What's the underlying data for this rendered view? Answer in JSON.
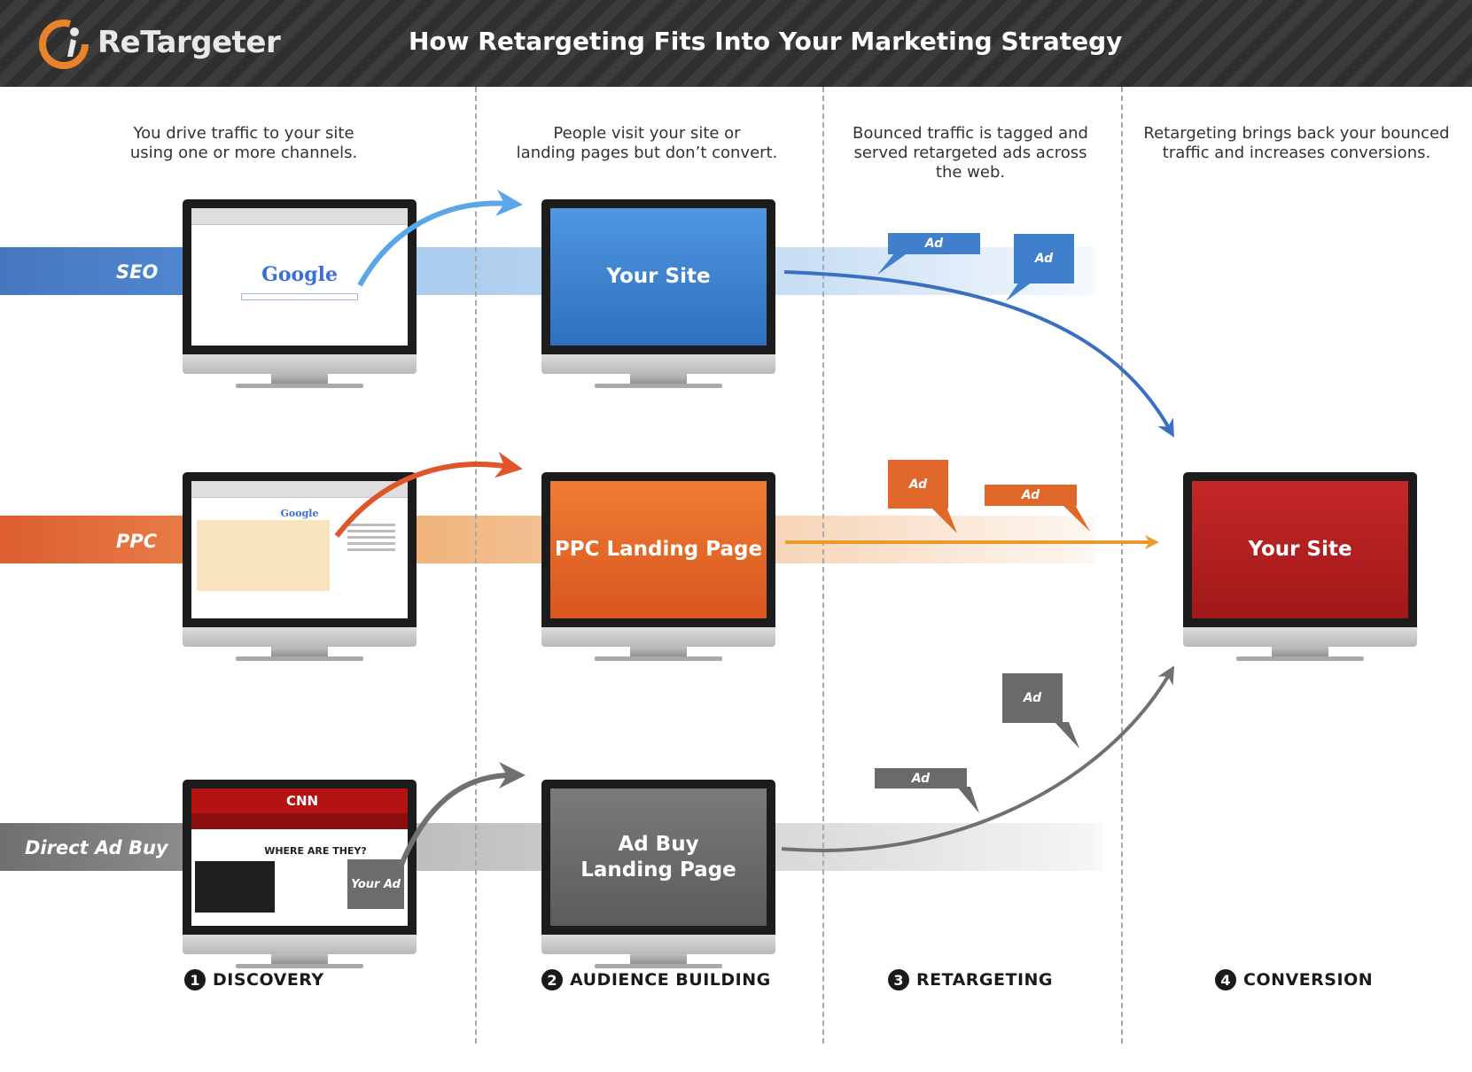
{
  "header": {
    "logo_text": "ReTargeter",
    "title": "How Retargeting Fits Into Your Marketing Strategy"
  },
  "columns": [
    {
      "description": [
        "You drive traffic to your site",
        "using one or more channels."
      ]
    },
    {
      "description": [
        "People visit your site or",
        "landing pages but don’t convert."
      ]
    },
    {
      "description": [
        "Bounced traffic is tagged and",
        "served retargeted ads across",
        "the web."
      ]
    },
    {
      "description": [
        "Retargeting brings back your bounced",
        "traffic and increases conversions."
      ]
    }
  ],
  "channels": {
    "seo": {
      "label": "SEO",
      "color": "#4a7fc4"
    },
    "ppc": {
      "label": "PPC",
      "color": "#e0663a"
    },
    "direct": {
      "label": "Direct Ad Buy",
      "color": "#808080"
    }
  },
  "monitors": {
    "seo_source": {
      "screen_text": "Google"
    },
    "ppc_source": {
      "screen_text": "Google"
    },
    "direct_source": {
      "screen_text": "CNN",
      "headline": "WHERE ARE THEY?",
      "ad_text": "Your Ad"
    },
    "your_site": {
      "text": "Your Site",
      "color": "#3f86d3"
    },
    "ppc_landing": {
      "text": "PPC Landing Page",
      "color": "#e8692a"
    },
    "ad_buy_landing": {
      "line1": "Ad Buy",
      "line2": "Landing Page",
      "color": "#6b6b6b"
    },
    "conversion_site": {
      "text": "Your Site",
      "color": "#b01f1f"
    }
  },
  "ads": {
    "label": "Ad",
    "blue": "#3f7fcb",
    "orange": "#e0662a",
    "gray": "#6a6a6a"
  },
  "steps": [
    {
      "number": "1",
      "label": "DISCOVERY"
    },
    {
      "number": "2",
      "label": "AUDIENCE BUILDING"
    },
    {
      "number": "3",
      "label": "RETARGETING"
    },
    {
      "number": "4",
      "label": "CONVERSION"
    }
  ]
}
